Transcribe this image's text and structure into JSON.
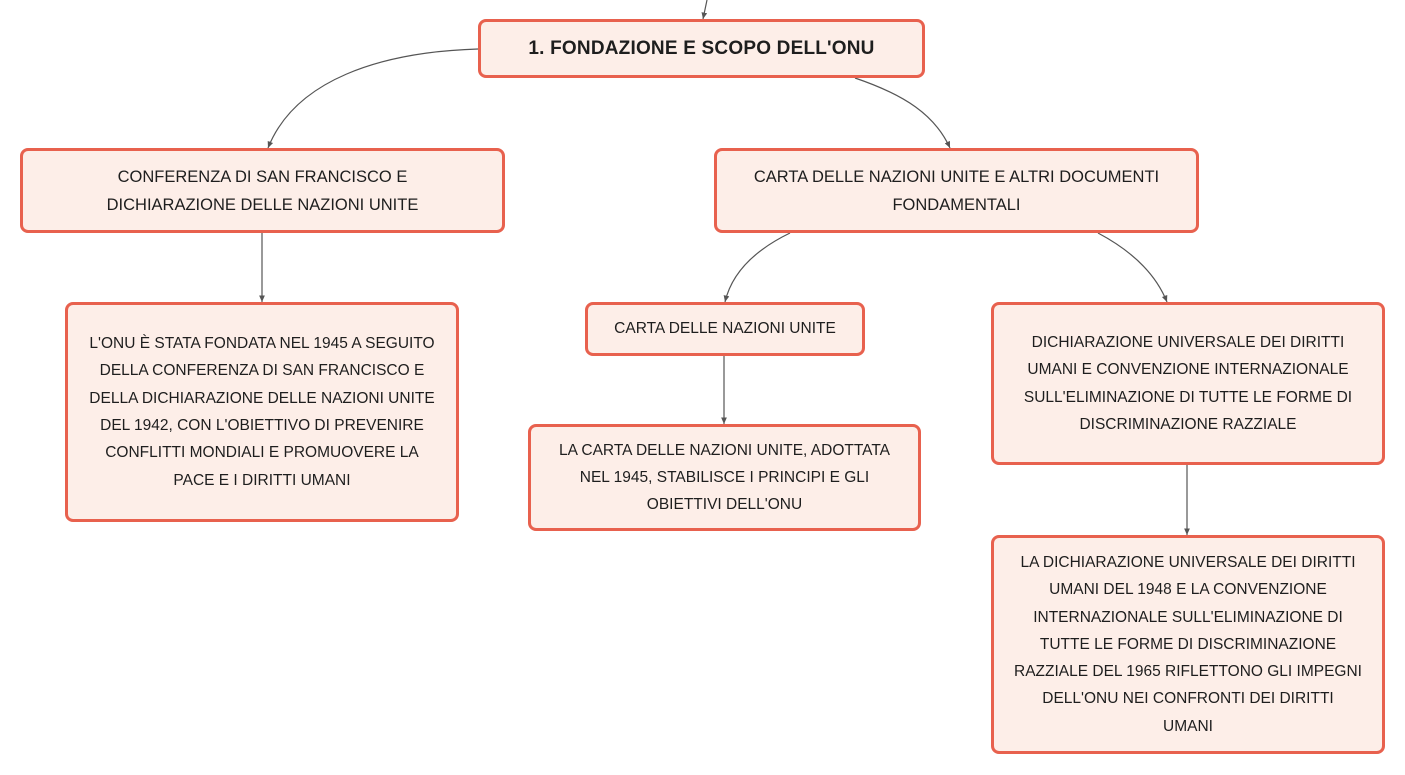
{
  "diagram": {
    "type": "mind-map",
    "colors": {
      "node_fill": "#fdeee8",
      "node_border": "#e8614e",
      "connector": "#555555",
      "text": "#1e1e1e"
    },
    "nodes": {
      "root": "1. FONDAZIONE E SCOPO DELL'ONU",
      "conferenza": "CONFERENZA DI SAN FRANCISCO E\nDICHIARAZIONE DELLE NAZIONI UNITE",
      "conferenza_detail": "L'ONU È STATA FONDATA NEL 1945 A SEGUITO\nDELLA CONFERENZA DI SAN FRANCISCO E\nDELLA DICHIARAZIONE DELLE NAZIONI UNITE\nDEL 1942, CON L'OBIETTIVO DI PREVENIRE\nCONFLITTI MONDIALI E PROMUOVERE LA\nPACE E I DIRITTI UMANI",
      "carta_documenti": "CARTA DELLE NAZIONI UNITE E ALTRI DOCUMENTI\nFONDAMENTALI",
      "carta": "CARTA DELLE NAZIONI UNITE",
      "carta_detail": "LA CARTA DELLE NAZIONI UNITE, ADOTTATA\nNEL 1945, STABILISCE I PRINCIPI E GLI\nOBIETTIVI DELL'ONU",
      "dichiarazione": "DICHIARAZIONE UNIVERSALE DEI DIRITTI\nUMANI E CONVENZIONE INTERNAZIONALE\nSULL'ELIMINAZIONE DI TUTTE LE FORME DI\nDISCRIMINAZIONE RAZZIALE",
      "dichiarazione_detail": "LA DICHIARAZIONE UNIVERSALE DEI DIRITTI\nUMANI DEL 1948 E LA CONVENZIONE\nINTERNAZIONALE SULL'ELIMINAZIONE DI\nTUTTE LE FORME DI DISCRIMINAZIONE\nRAZZIALE DEL 1965 RIFLETTONO GLI IMPEGNI\nDELL'ONU NEI CONFRONTI DEI DIRITTI\nUMANI"
    },
    "edges": [
      {
        "from": "parent",
        "to": "root"
      },
      {
        "from": "root",
        "to": "conferenza"
      },
      {
        "from": "root",
        "to": "carta_documenti"
      },
      {
        "from": "conferenza",
        "to": "conferenza_detail"
      },
      {
        "from": "carta_documenti",
        "to": "carta"
      },
      {
        "from": "carta_documenti",
        "to": "dichiarazione"
      },
      {
        "from": "carta",
        "to": "carta_detail"
      },
      {
        "from": "dichiarazione",
        "to": "dichiarazione_detail"
      }
    ]
  }
}
